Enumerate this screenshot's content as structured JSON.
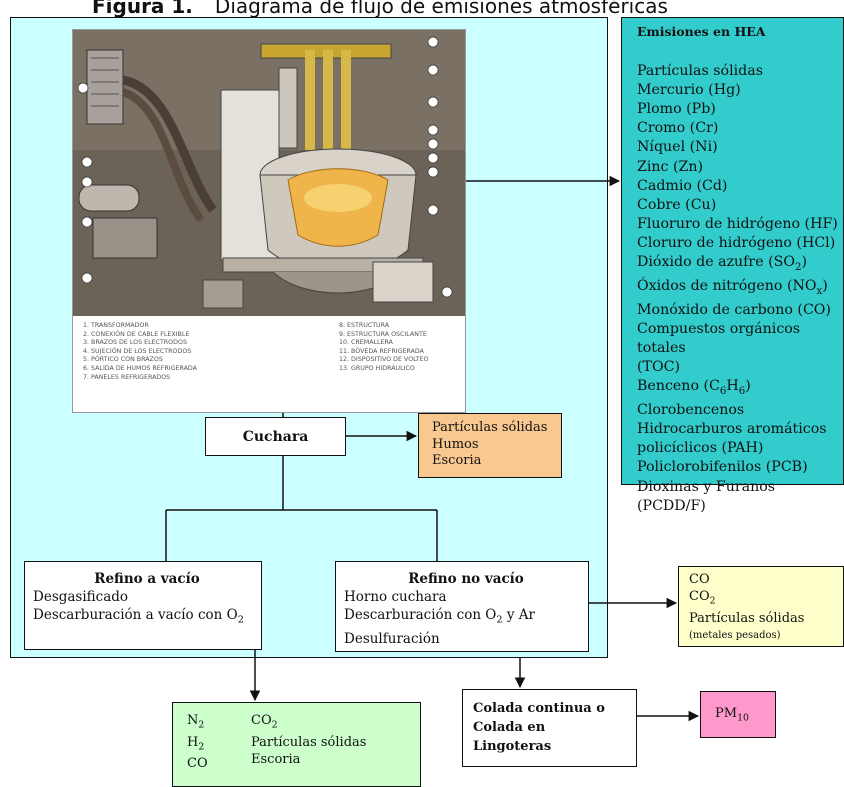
{
  "title": {
    "figure": "Figura 1.",
    "text": "Diagrama de flujo de emisiones atmosféricas"
  },
  "furnace": {
    "legend_left": [
      "1. TRANSFORMADOR",
      "2. CONEXIÓN DE CABLE FLEXIBLE",
      "3. BRAZOS DE LOS ELECTRODOS",
      "4. SUJECIÓN DE LOS ELECTRODOS",
      "5. PÓRTICO CON BRAZOS",
      "6. SALIDA DE HUMOS REFRIGERADA",
      "7. PANELES REFRIGERADOS"
    ],
    "legend_right": [
      "8. ESTRUCTURA",
      "9. ESTRUCTURA OSCILANTE",
      "10. CREMALLERA",
      "11. BÓVEDA REFRIGERADA",
      "12. DISPOSITIVO DE VOLTEO",
      "13. GRUPO HIDRÁULICO"
    ]
  },
  "emissions": {
    "heading": "Emisiones en HEA",
    "items": [
      "Partículas sólidas",
      "Mercurio (Hg)",
      "Plomo (Pb)",
      "Cromo (Cr)",
      "Níquel (Ni)",
      "Zinc (Zn)",
      "Cadmio (Cd)",
      "Cobre (Cu)",
      "Fluoruro de hidrógeno (HF)",
      "Cloruro de hidrógeno (HCl)"
    ],
    "so2_prefix": "Dióxido de azufre (SO",
    "so2_sub": "2",
    "so2_suffix": ")",
    "nox_prefix": "Óxidos de nitrógeno (NO",
    "nox_sub": "x",
    "nox_suffix": ")",
    "items2": [
      "Monóxido de carbono (CO)",
      "Compuestos orgánicos totales",
      "(TOC)"
    ],
    "benzene_prefix": "Benceno (C",
    "benzene_sub1": "6",
    "benzene_mid": "H",
    "benzene_sub2": "6",
    "benzene_suffix": ")",
    "items3": [
      "Clorobencenos",
      "Hidrocarburos aromáticos",
      "policíclicos (PAH)",
      "Policlorobifenilos (PCB)",
      "Dioxinas y Furanos (PCDD/F)"
    ]
  },
  "cuchara": {
    "label": "Cuchara",
    "outputs": [
      "Partículas sólidas",
      "Humos",
      "Escoria"
    ]
  },
  "refino_vacio": {
    "title": "Refino a vacío",
    "line1": "Desgasificado",
    "line2_prefix": "Descarburación a vacío con O",
    "line2_sub": "2"
  },
  "refino_no_vacio": {
    "title": "Refino no vacío",
    "line1": "Horno cuchara",
    "line2_prefix": "Descarburación con O",
    "line2_sub": "2",
    "line2_suffix": " y Ar",
    "line3": "Desulfuración"
  },
  "no_vacio_outputs": {
    "co": "CO",
    "co2_prefix": "CO",
    "co2_sub": "2",
    "particles": "Partículas sólidas",
    "metals": "(metales pesados)"
  },
  "vacio_outputs": {
    "n2": "N",
    "n2_sub": "2",
    "h2": "H",
    "h2_sub": "2",
    "co": "CO",
    "co2": "CO",
    "co2_sub": "2",
    "particles": "Partículas sólidas",
    "slag": "Escoria"
  },
  "colada": {
    "lines": [
      "Colada continua o",
      "Colada en",
      "Lingoteras"
    ]
  },
  "pm10": {
    "prefix": "PM",
    "sub": "10"
  }
}
